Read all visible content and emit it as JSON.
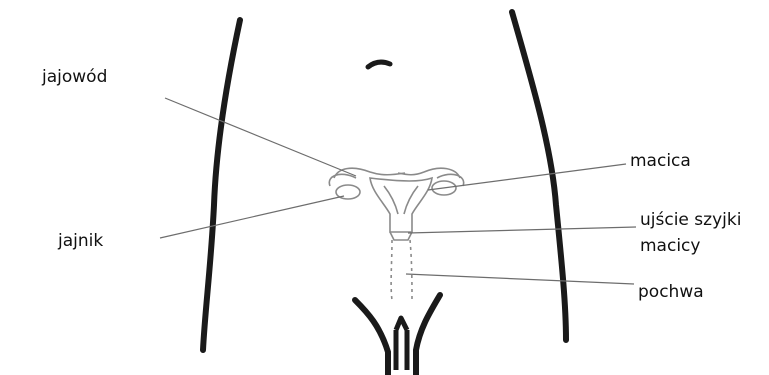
{
  "labels": {
    "fallopian_tube": "jajowód",
    "ovary": "jajnik",
    "uterus": "macica",
    "cervix_line1": "ujście szyjki",
    "cervix_line2": "macicy",
    "vagina": "pochwa"
  }
}
